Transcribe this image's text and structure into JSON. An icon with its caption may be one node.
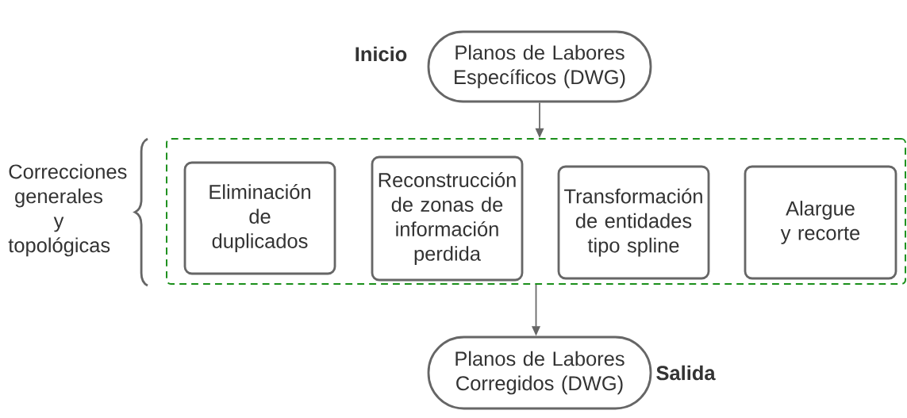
{
  "diagram": {
    "nodes": [
      {
        "text": [
          "Planos de Labores Específicos (DWG)"
        ],
        "beside": [
          "Inicio"
        ]
      },
      {
        "text": [],
        "shape": "box"
      },
      {
        "text": [
          "Eliminación de duplicados"
        ],
        "in": 1
      },
      {
        "text": [
          "Reconstrucción de zonas de información perdida"
        ],
        "in": 1
      },
      {
        "text": [
          "Transformación de entidades tipo spline"
        ],
        "in": 1
      },
      {
        "text": [
          "Alargue y recorte"
        ],
        "in": 1
      },
      {
        "text": [
          "Planos de Labores Corregidos (DWG)"
        ],
        "beside": [
          "Salida"
        ]
      }
    ],
    "edges": [
      {
        "from": 0,
        "to": 1,
        "arrow": "to"
      },
      {
        "from": 1,
        "to": 6,
        "arrow": "to"
      }
    ],
    "labels": [
      "Correcciones generales y topológicas"
    ]
  }
}
